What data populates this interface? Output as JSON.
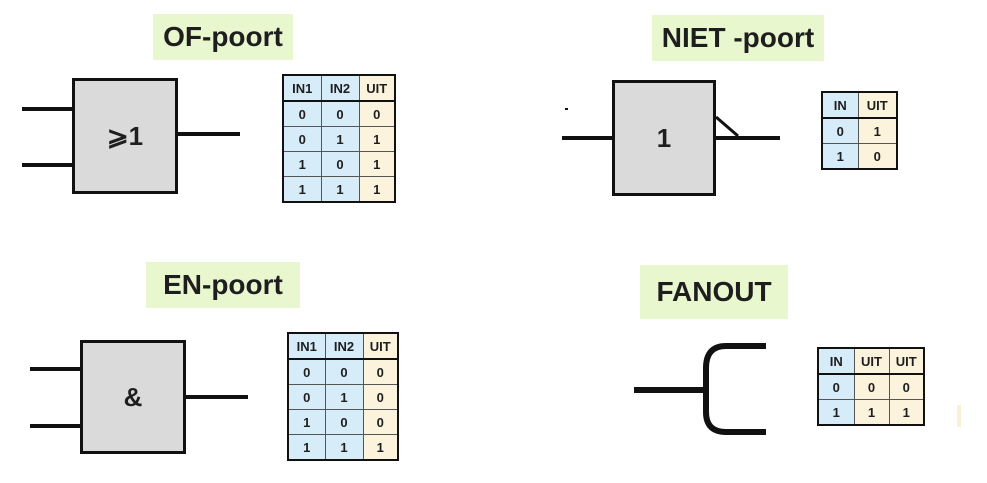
{
  "of": {
    "title": "OF-poort",
    "symbol": "⩾1",
    "headers": [
      "IN1",
      "IN2",
      "UIT"
    ],
    "rows": [
      [
        "0",
        "0",
        "0"
      ],
      [
        "0",
        "1",
        "1"
      ],
      [
        "1",
        "0",
        "1"
      ],
      [
        "1",
        "1",
        "1"
      ]
    ]
  },
  "niet": {
    "title": "NIET -poort",
    "symbol": "1",
    "headers": [
      "IN",
      "UIT"
    ],
    "rows": [
      [
        "0",
        "1"
      ],
      [
        "1",
        "0"
      ]
    ]
  },
  "en": {
    "title": "EN-poort",
    "symbol": "&",
    "headers": [
      "IN1",
      "IN2",
      "UIT"
    ],
    "rows": [
      [
        "0",
        "0",
        "0"
      ],
      [
        "0",
        "1",
        "0"
      ],
      [
        "1",
        "0",
        "0"
      ],
      [
        "1",
        "1",
        "1"
      ]
    ]
  },
  "fanout": {
    "title": "FANOUT",
    "headers": [
      "IN",
      "UIT",
      "UIT"
    ],
    "rows": [
      [
        "0",
        "0",
        "0"
      ],
      [
        "1",
        "1",
        "1"
      ]
    ]
  },
  "colors": {
    "title_bg": "#e9f7cf",
    "gate_fill": "#dadada",
    "input_col": "#d6ecf9",
    "output_col": "#fcf3dd"
  }
}
